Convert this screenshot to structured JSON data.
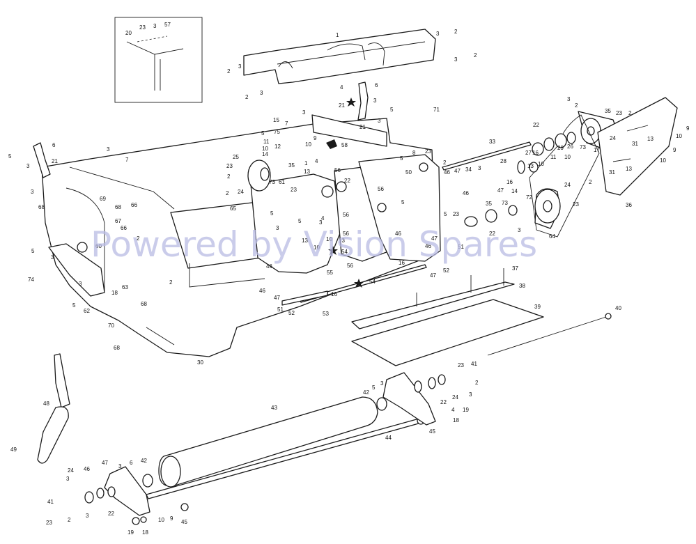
{
  "watermark": "Powered by Vision Spares",
  "callouts": [
    {
      "id": "c-1",
      "text": "1"
    },
    {
      "id": "c-2a",
      "text": "2"
    },
    {
      "id": "c-3a",
      "text": "3"
    },
    {
      "id": "c-2b",
      "text": "2"
    },
    {
      "id": "c-3b",
      "text": "3"
    },
    {
      "id": "c-2c",
      "text": "2"
    },
    {
      "id": "c-3c",
      "text": "3"
    },
    {
      "id": "c-2d",
      "text": "2"
    },
    {
      "id": "c-3d",
      "text": "3"
    },
    {
      "id": "c-4a",
      "text": "4"
    },
    {
      "id": "c-6a",
      "text": "6"
    },
    {
      "id": "c-21a",
      "text": "21"
    },
    {
      "id": "c-3e",
      "text": "3"
    },
    {
      "id": "c-5a",
      "text": "5"
    },
    {
      "id": "c-21b",
      "text": "21"
    },
    {
      "id": "c-3f",
      "text": "3"
    },
    {
      "id": "c-71",
      "text": "71"
    },
    {
      "id": "c-20",
      "text": "20"
    },
    {
      "id": "c-23a",
      "text": "23"
    },
    {
      "id": "c-3g",
      "text": "3"
    },
    {
      "id": "c-57",
      "text": "57"
    },
    {
      "id": "c-15",
      "text": "15"
    },
    {
      "id": "c-7a",
      "text": "7"
    },
    {
      "id": "c-3h",
      "text": "3"
    },
    {
      "id": "c-5b",
      "text": "5"
    },
    {
      "id": "c-75",
      "text": "75"
    },
    {
      "id": "c-9a",
      "text": "9"
    },
    {
      "id": "c-10a",
      "text": "10"
    },
    {
      "id": "c-11a",
      "text": "11"
    },
    {
      "id": "c-12",
      "text": "12"
    },
    {
      "id": "c-10b",
      "text": "10"
    },
    {
      "id": "c-58",
      "text": "58"
    },
    {
      "id": "c-14a",
      "text": "14"
    },
    {
      "id": "c-25",
      "text": "25"
    },
    {
      "id": "c-35a",
      "text": "35"
    },
    {
      "id": "c-1b",
      "text": "1"
    },
    {
      "id": "c-4b",
      "text": "4"
    },
    {
      "id": "c-13a",
      "text": "13"
    },
    {
      "id": "c-56a",
      "text": "56"
    },
    {
      "id": "c-23b",
      "text": "23"
    },
    {
      "id": "c-2e",
      "text": "2"
    },
    {
      "id": "c-73a",
      "text": "73"
    },
    {
      "id": "c-61",
      "text": "61"
    },
    {
      "id": "c-24a",
      "text": "24"
    },
    {
      "id": "c-22a",
      "text": "22"
    },
    {
      "id": "c-23c",
      "text": "23"
    },
    {
      "id": "c-2f",
      "text": "2"
    },
    {
      "id": "c-65",
      "text": "65"
    },
    {
      "id": "c-3i",
      "text": "3"
    },
    {
      "id": "c-6b",
      "text": "6"
    },
    {
      "id": "c-21c",
      "text": "21"
    },
    {
      "id": "c-3j",
      "text": "3"
    },
    {
      "id": "c-5c",
      "text": "5"
    },
    {
      "id": "c-3k",
      "text": "3"
    },
    {
      "id": "c-7b",
      "text": "7"
    },
    {
      "id": "c-69",
      "text": "69"
    },
    {
      "id": "c-68a",
      "text": "68"
    },
    {
      "id": "c-66a",
      "text": "66"
    },
    {
      "id": "c-68b",
      "text": "68"
    },
    {
      "id": "c-67",
      "text": "67"
    },
    {
      "id": "c-66b",
      "text": "66"
    },
    {
      "id": "c-2g",
      "text": "2"
    },
    {
      "id": "c-60",
      "text": "60"
    },
    {
      "id": "c-3l",
      "text": "3"
    },
    {
      "id": "c-5d",
      "text": "5"
    },
    {
      "id": "c-74",
      "text": "74"
    },
    {
      "id": "c-3m",
      "text": "3"
    },
    {
      "id": "c-2h",
      "text": "2"
    },
    {
      "id": "c-5e",
      "text": "5"
    },
    {
      "id": "c-62",
      "text": "62"
    },
    {
      "id": "c-18a",
      "text": "18"
    },
    {
      "id": "c-63",
      "text": "63"
    },
    {
      "id": "c-68c",
      "text": "68"
    },
    {
      "id": "c-70",
      "text": "70"
    },
    {
      "id": "c-68d",
      "text": "68"
    },
    {
      "id": "c-30",
      "text": "30"
    },
    {
      "id": "c-5f",
      "text": "5"
    },
    {
      "id": "c-3n",
      "text": "3"
    },
    {
      "id": "c-5g",
      "text": "5"
    },
    {
      "id": "c-3o",
      "text": "3"
    },
    {
      "id": "c-4c",
      "text": "4"
    },
    {
      "id": "c-10c",
      "text": "10"
    },
    {
      "id": "c-13b",
      "text": "13"
    },
    {
      "id": "c-10d",
      "text": "10"
    },
    {
      "id": "c-13c",
      "text": "13"
    },
    {
      "id": "c-54a",
      "text": "54"
    },
    {
      "id": "c-56b",
      "text": "56"
    },
    {
      "id": "c-56c",
      "text": "56"
    },
    {
      "id": "c-56d",
      "text": "56"
    },
    {
      "id": "c-55",
      "text": "55"
    },
    {
      "id": "c-56e",
      "text": "56"
    },
    {
      "id": "c-46a",
      "text": "46"
    },
    {
      "id": "c-46b",
      "text": "46"
    },
    {
      "id": "c-47a",
      "text": "47"
    },
    {
      "id": "c-51a",
      "text": "51"
    },
    {
      "id": "c-52a",
      "text": "52"
    },
    {
      "id": "c-53",
      "text": "53"
    },
    {
      "id": "c-16a",
      "text": "16"
    },
    {
      "id": "c-54b",
      "text": "54"
    },
    {
      "id": "c-46c",
      "text": "46"
    },
    {
      "id": "c-16b",
      "text": "16"
    },
    {
      "id": "c-47b",
      "text": "47"
    },
    {
      "id": "c-46d",
      "text": "46"
    },
    {
      "id": "c-51b",
      "text": "51"
    },
    {
      "id": "c-52b",
      "text": "52"
    },
    {
      "id": "c-47c",
      "text": "47"
    },
    {
      "id": "c-8",
      "text": "8"
    },
    {
      "id": "c-23d",
      "text": "23"
    },
    {
      "id": "c-5h",
      "text": "5"
    },
    {
      "id": "c-50",
      "text": "50"
    },
    {
      "id": "c-5i",
      "text": "5"
    },
    {
      "id": "c-2i",
      "text": "2"
    },
    {
      "id": "c-46e",
      "text": "46"
    },
    {
      "id": "c-47d",
      "text": "47"
    },
    {
      "id": "c-34",
      "text": "34"
    },
    {
      "id": "c-3p",
      "text": "3"
    },
    {
      "id": "c-46f",
      "text": "46"
    },
    {
      "id": "c-5j",
      "text": "5"
    },
    {
      "id": "c-23e",
      "text": "23"
    },
    {
      "id": "c-35b",
      "text": "35"
    },
    {
      "id": "c-73b",
      "text": "73"
    },
    {
      "id": "c-22b",
      "text": "22"
    },
    {
      "id": "c-3q",
      "text": "3"
    },
    {
      "id": "c-33",
      "text": "33"
    },
    {
      "id": "c-22c",
      "text": "22"
    },
    {
      "id": "c-27",
      "text": "27"
    },
    {
      "id": "c-16c",
      "text": "16"
    },
    {
      "id": "c-29",
      "text": "29"
    },
    {
      "id": "c-26",
      "text": "26"
    },
    {
      "id": "c-73c",
      "text": "73"
    },
    {
      "id": "c-28",
      "text": "28"
    },
    {
      "id": "c-13d",
      "text": "13"
    },
    {
      "id": "c-10e",
      "text": "10"
    },
    {
      "id": "c-11b",
      "text": "11"
    },
    {
      "id": "c-10f",
      "text": "10"
    },
    {
      "id": "c-16d",
      "text": "16"
    },
    {
      "id": "c-47e",
      "text": "47"
    },
    {
      "id": "c-14b",
      "text": "14"
    },
    {
      "id": "c-72",
      "text": "72"
    },
    {
      "id": "c-24b",
      "text": "24"
    },
    {
      "id": "c-2j",
      "text": "2"
    },
    {
      "id": "c-23f",
      "text": "23"
    },
    {
      "id": "c-64",
      "text": "64"
    },
    {
      "id": "c-3r",
      "text": "3"
    },
    {
      "id": "c-2k",
      "text": "2"
    },
    {
      "id": "c-35c",
      "text": "35"
    },
    {
      "id": "c-23g",
      "text": "23"
    },
    {
      "id": "c-2l",
      "text": "2"
    },
    {
      "id": "c-17",
      "text": "17"
    },
    {
      "id": "c-24c",
      "text": "24"
    },
    {
      "id": "c-31a",
      "text": "31"
    },
    {
      "id": "c-13e",
      "text": "13"
    },
    {
      "id": "c-10g",
      "text": "10"
    },
    {
      "id": "c-9b",
      "text": "9"
    },
    {
      "id": "c-10h",
      "text": "10"
    },
    {
      "id": "c-9c",
      "text": "9"
    },
    {
      "id": "c-13f",
      "text": "13"
    },
    {
      "id": "c-31b",
      "text": "31"
    },
    {
      "id": "c-36",
      "text": "36"
    },
    {
      "id": "c-37",
      "text": "37"
    },
    {
      "id": "c-38",
      "text": "38"
    },
    {
      "id": "c-39",
      "text": "39"
    },
    {
      "id": "c-40",
      "text": "40"
    },
    {
      "id": "c-48",
      "text": "48"
    },
    {
      "id": "c-49",
      "text": "49"
    },
    {
      "id": "c-43",
      "text": "43"
    },
    {
      "id": "c-44",
      "text": "44"
    },
    {
      "id": "c-42a",
      "text": "42"
    },
    {
      "id": "c-5k",
      "text": "5"
    },
    {
      "id": "c-3s",
      "text": "3"
    },
    {
      "id": "c-23h",
      "text": "23"
    },
    {
      "id": "c-41a",
      "text": "41"
    },
    {
      "id": "c-2m",
      "text": "2"
    },
    {
      "id": "c-24d",
      "text": "24"
    },
    {
      "id": "c-3t",
      "text": "3"
    },
    {
      "id": "c-22d",
      "text": "22"
    },
    {
      "id": "c-4d",
      "text": "4"
    },
    {
      "id": "c-19a",
      "text": "19"
    },
    {
      "id": "c-18b",
      "text": "18"
    },
    {
      "id": "c-45a",
      "text": "45"
    },
    {
      "id": "c-24e",
      "text": "24"
    },
    {
      "id": "c-46g",
      "text": "46"
    },
    {
      "id": "c-47f",
      "text": "47"
    },
    {
      "id": "c-3u",
      "text": "3"
    },
    {
      "id": "c-6c",
      "text": "6"
    },
    {
      "id": "c-42b",
      "text": "42"
    },
    {
      "id": "c-3v",
      "text": "3"
    },
    {
      "id": "c-41b",
      "text": "41"
    },
    {
      "id": "c-3w",
      "text": "3"
    },
    {
      "id": "c-22e",
      "text": "22"
    },
    {
      "id": "c-23i",
      "text": "23"
    },
    {
      "id": "c-2n",
      "text": "2"
    },
    {
      "id": "c-19b",
      "text": "19"
    },
    {
      "id": "c-18c",
      "text": "18"
    },
    {
      "id": "c-10i",
      "text": "10"
    },
    {
      "id": "c-9d",
      "text": "9"
    },
    {
      "id": "c-45b",
      "text": "45"
    }
  ]
}
